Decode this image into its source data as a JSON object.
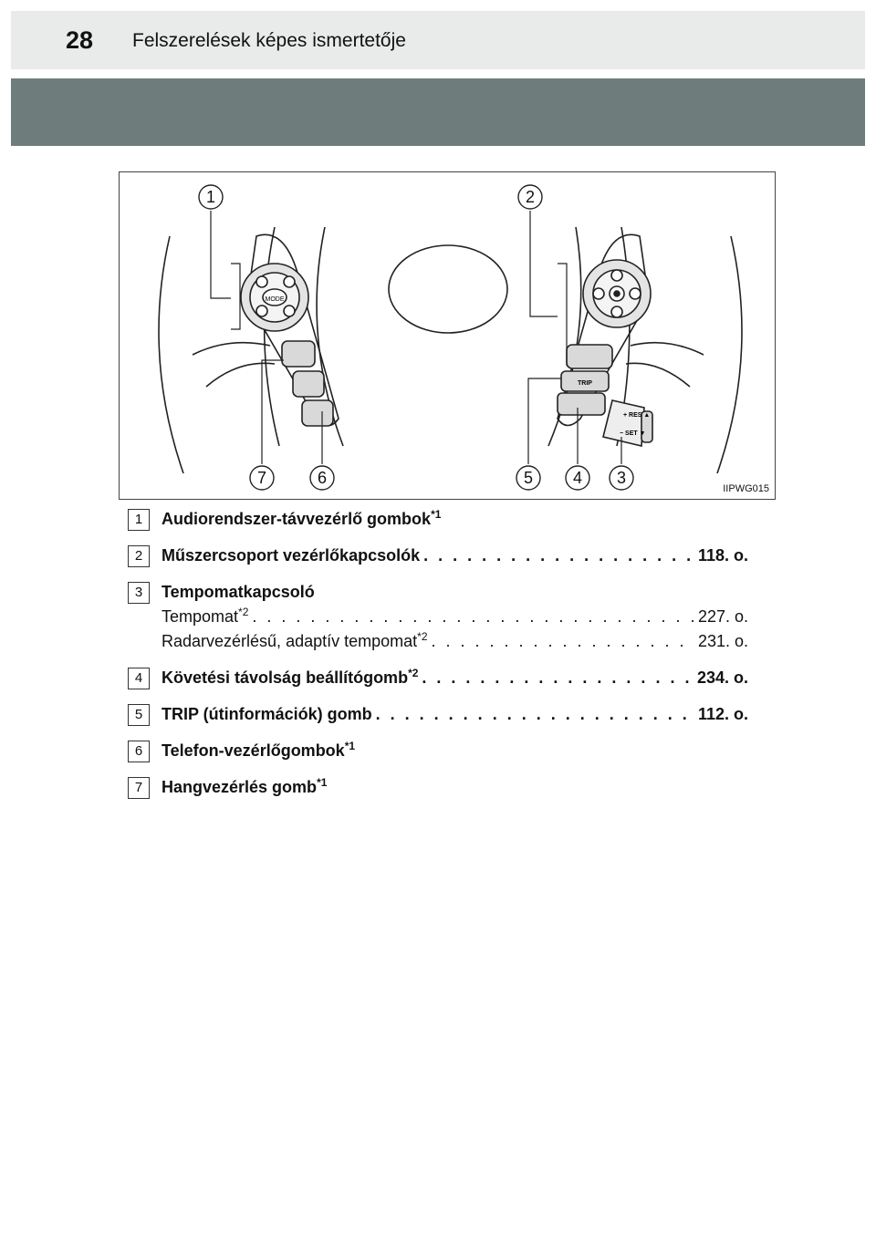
{
  "header": {
    "page_number": "28",
    "section_title": "Felszerelések képes ismertetője"
  },
  "figure": {
    "code": "IIPWG015",
    "callouts": [
      "1",
      "2",
      "3",
      "4",
      "5",
      "6",
      "7"
    ],
    "button_labels": {
      "mode": "MODE",
      "trip": "TRIP",
      "res": "+ RES ▲",
      "set": "− SET ▼"
    }
  },
  "dots": ". . . . . . . . . . . . . . . . . . . . . . . . . . . . . . . . . . . . . . . . . . . . . . . . . . . . . . . . . . . .",
  "items": [
    {
      "num": "1",
      "title": "Audiorendszer-távvezérlő gombok",
      "sup": "*1"
    },
    {
      "num": "2",
      "title": "Műszercsoport vezérlőkapcsolók",
      "page": "118. o."
    },
    {
      "num": "3",
      "title": "Tempomatkapcsoló",
      "sub": [
        {
          "label": "Tempomat",
          "sup": "*2",
          "page": "227. o."
        },
        {
          "label": "Radarvezérlésű, adaptív tempomat",
          "sup": "*2",
          "page": "231. o."
        }
      ]
    },
    {
      "num": "4",
      "title": "Követési távolság beállítógomb",
      "sup": "*2",
      "page": "234. o."
    },
    {
      "num": "5",
      "title": "TRIP (útinformációk) gomb",
      "page": "112. o."
    },
    {
      "num": "6",
      "title": "Telefon-vezérlőgombok",
      "sup": "*1"
    },
    {
      "num": "7",
      "title": "Hangvezérlés gomb",
      "sup": "*1"
    }
  ]
}
